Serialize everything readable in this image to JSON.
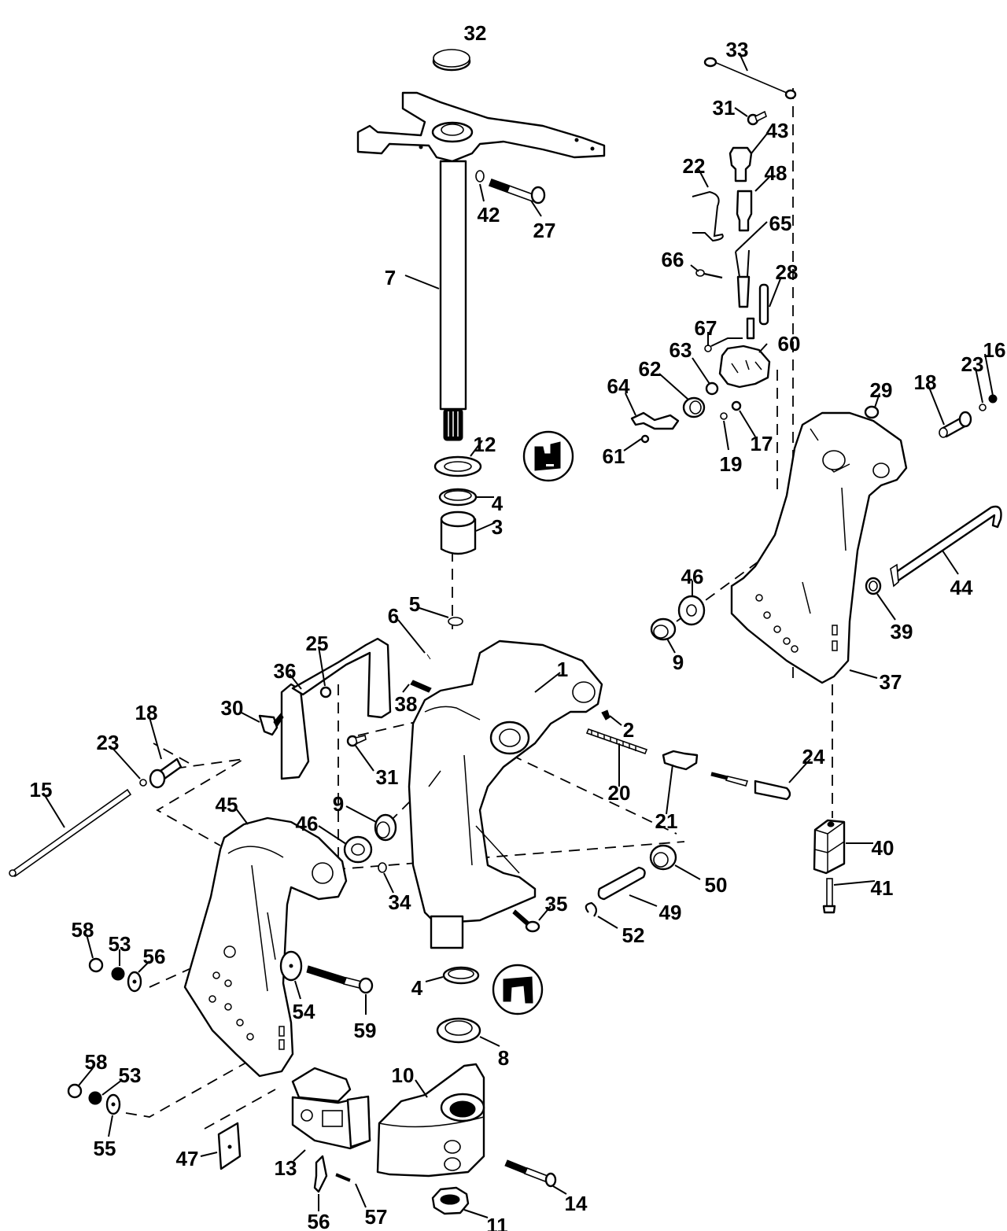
{
  "diagram": {
    "type": "exploded-parts-diagram",
    "subject": "outboard motor swivel bracket / stern bracket assembly",
    "inset_icons": [
      "seal-lip-orientation-upper",
      "seal-lip-orientation-lower"
    ],
    "callouts": [
      {
        "id": "c32a",
        "label": "32"
      },
      {
        "id": "c33",
        "label": "33"
      },
      {
        "id": "c31a",
        "label": "31"
      },
      {
        "id": "c43",
        "label": "43"
      },
      {
        "id": "c22",
        "label": "22"
      },
      {
        "id": "c48",
        "label": "48"
      },
      {
        "id": "c42",
        "label": "42"
      },
      {
        "id": "c27",
        "label": "27"
      },
      {
        "id": "c65",
        "label": "65"
      },
      {
        "id": "c66",
        "label": "66"
      },
      {
        "id": "c28",
        "label": "28"
      },
      {
        "id": "c7",
        "label": "7"
      },
      {
        "id": "c67",
        "label": "67"
      },
      {
        "id": "c60",
        "label": "60"
      },
      {
        "id": "c63",
        "label": "63"
      },
      {
        "id": "c62",
        "label": "62"
      },
      {
        "id": "c64",
        "label": "64"
      },
      {
        "id": "c61",
        "label": "61"
      },
      {
        "id": "c19",
        "label": "19"
      },
      {
        "id": "c17",
        "label": "17"
      },
      {
        "id": "c29",
        "label": "29"
      },
      {
        "id": "c18a",
        "label": "18"
      },
      {
        "id": "c23a",
        "label": "23"
      },
      {
        "id": "c16",
        "label": "16"
      },
      {
        "id": "c12",
        "label": "12"
      },
      {
        "id": "c4a",
        "label": "4"
      },
      {
        "id": "c3",
        "label": "3"
      },
      {
        "id": "c44",
        "label": "44"
      },
      {
        "id": "c46a",
        "label": "46"
      },
      {
        "id": "c39",
        "label": "39"
      },
      {
        "id": "c5",
        "label": "5"
      },
      {
        "id": "c6",
        "label": "6"
      },
      {
        "id": "c1",
        "label": "1"
      },
      {
        "id": "c9a",
        "label": "9"
      },
      {
        "id": "c37",
        "label": "37"
      },
      {
        "id": "c25",
        "label": "25"
      },
      {
        "id": "c36",
        "label": "36"
      },
      {
        "id": "c38",
        "label": "38"
      },
      {
        "id": "c30",
        "label": "30"
      },
      {
        "id": "c18b",
        "label": "18"
      },
      {
        "id": "c2",
        "label": "2"
      },
      {
        "id": "c23b",
        "label": "23"
      },
      {
        "id": "c31b",
        "label": "31"
      },
      {
        "id": "c20",
        "label": "20"
      },
      {
        "id": "c24",
        "label": "24"
      },
      {
        "id": "c15",
        "label": "15"
      },
      {
        "id": "c21",
        "label": "21"
      },
      {
        "id": "c45",
        "label": "45"
      },
      {
        "id": "c9b",
        "label": "9"
      },
      {
        "id": "c46b",
        "label": "46"
      },
      {
        "id": "c40",
        "label": "40"
      },
      {
        "id": "c50",
        "label": "50"
      },
      {
        "id": "c34",
        "label": "34"
      },
      {
        "id": "c41",
        "label": "41"
      },
      {
        "id": "c35",
        "label": "35"
      },
      {
        "id": "c49",
        "label": "49"
      },
      {
        "id": "c58a",
        "label": "58"
      },
      {
        "id": "c53a",
        "label": "53"
      },
      {
        "id": "c56a",
        "label": "56"
      },
      {
        "id": "c52",
        "label": "52"
      },
      {
        "id": "c4b",
        "label": "4"
      },
      {
        "id": "c54",
        "label": "54"
      },
      {
        "id": "c59",
        "label": "59"
      },
      {
        "id": "c8",
        "label": "8"
      },
      {
        "id": "c58b",
        "label": "58"
      },
      {
        "id": "c53b",
        "label": "53"
      },
      {
        "id": "c10",
        "label": "10"
      },
      {
        "id": "c55",
        "label": "55"
      },
      {
        "id": "c47",
        "label": "47"
      },
      {
        "id": "c13",
        "label": "13"
      },
      {
        "id": "c14",
        "label": "14"
      },
      {
        "id": "c57",
        "label": "57"
      },
      {
        "id": "c56b",
        "label": "56"
      },
      {
        "id": "c11",
        "label": "11"
      }
    ]
  }
}
